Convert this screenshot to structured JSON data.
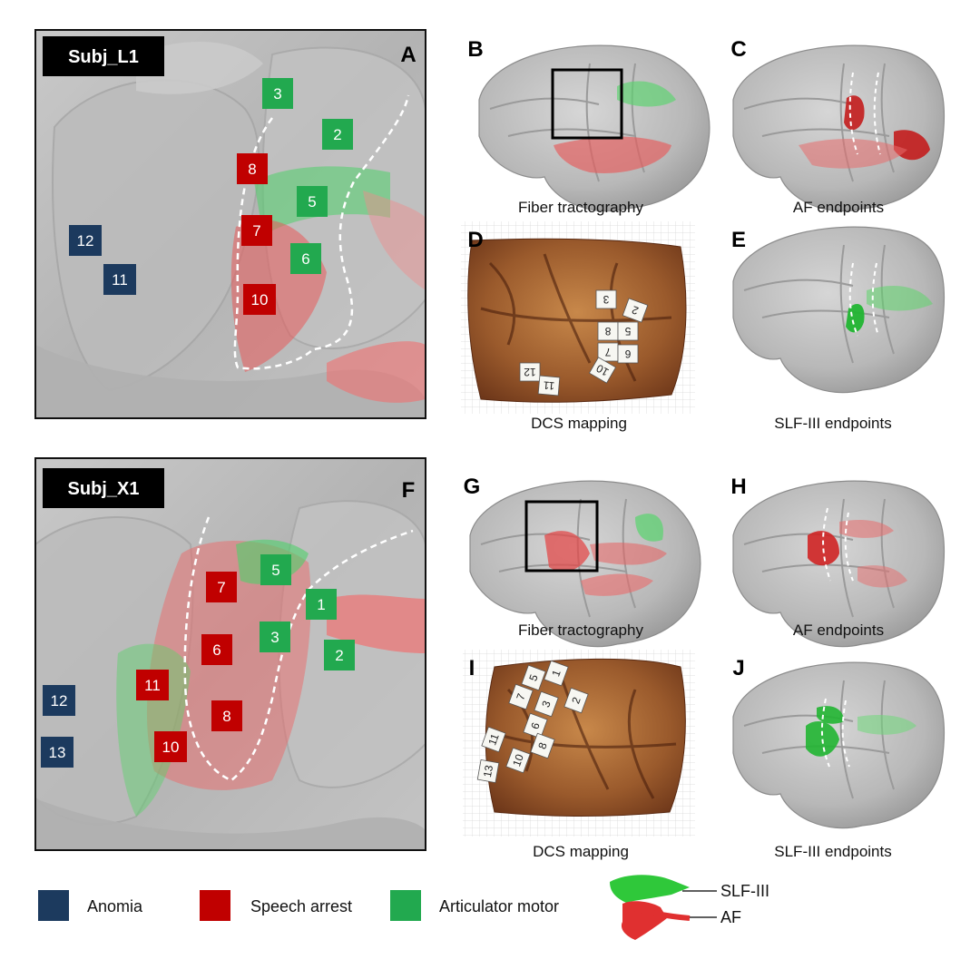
{
  "colors": {
    "anomia": "#1c3a5e",
    "speech_arrest": "#c00000",
    "articulator_motor": "#22a94f",
    "brain": "#bdbdbd",
    "af": "#e03030",
    "slf": "#2fc83a"
  },
  "row1": {
    "subject_label": "Subj_L1",
    "main_letter": "A",
    "markers": [
      {
        "label": "3",
        "type": "articulator_motor"
      },
      {
        "label": "2",
        "type": "articulator_motor"
      },
      {
        "label": "8",
        "type": "speech_arrest"
      },
      {
        "label": "5",
        "type": "articulator_motor"
      },
      {
        "label": "7",
        "type": "speech_arrest"
      },
      {
        "label": "6",
        "type": "articulator_motor"
      },
      {
        "label": "12",
        "type": "anomia"
      },
      {
        "label": "11",
        "type": "anomia"
      },
      {
        "label": "10",
        "type": "speech_arrest"
      }
    ],
    "panels": {
      "b": {
        "letter": "B",
        "caption": "Fiber tractography"
      },
      "c": {
        "letter": "C",
        "caption": "AF endpoints"
      },
      "d": {
        "letter": "D",
        "caption": "DCS mapping",
        "tags": [
          "3",
          "2",
          "8",
          "5",
          "7",
          "6",
          "10",
          "12",
          "11"
        ]
      },
      "e": {
        "letter": "E",
        "caption": "SLF-III endpoints"
      }
    }
  },
  "row2": {
    "subject_label": "Subj_X1",
    "main_letter": "F",
    "markers": [
      {
        "label": "5",
        "type": "articulator_motor"
      },
      {
        "label": "7",
        "type": "speech_arrest"
      },
      {
        "label": "1",
        "type": "articulator_motor"
      },
      {
        "label": "6",
        "type": "speech_arrest"
      },
      {
        "label": "3",
        "type": "articulator_motor"
      },
      {
        "label": "2",
        "type": "articulator_motor"
      },
      {
        "label": "11",
        "type": "speech_arrest"
      },
      {
        "label": "8",
        "type": "speech_arrest"
      },
      {
        "label": "10",
        "type": "speech_arrest"
      },
      {
        "label": "12",
        "type": "anomia"
      },
      {
        "label": "13",
        "type": "anomia"
      }
    ],
    "panels": {
      "g": {
        "letter": "G",
        "caption": "Fiber tractography"
      },
      "h": {
        "letter": "H",
        "caption": "AF endpoints"
      },
      "i": {
        "letter": "I",
        "caption": "DCS mapping",
        "tags": [
          "5",
          "1",
          "7",
          "3",
          "2",
          "6",
          "11",
          "8",
          "10",
          "13"
        ]
      },
      "j": {
        "letter": "J",
        "caption": "SLF-III endpoints"
      }
    }
  },
  "legend": {
    "anomia": "Anomia",
    "speech_arrest": "Speech arrest",
    "articulator_motor": "Articulator motor",
    "slf_label": "SLF-III",
    "af_label": "AF"
  }
}
